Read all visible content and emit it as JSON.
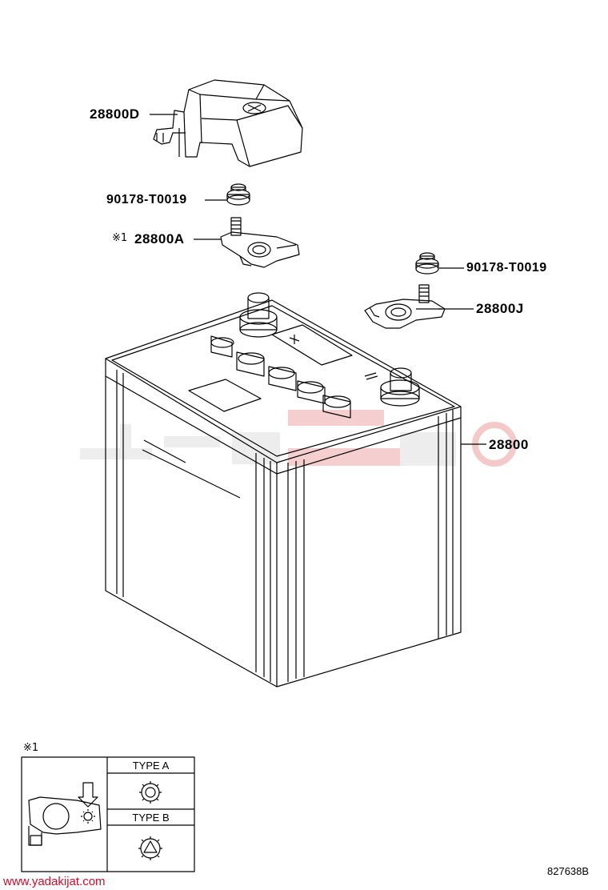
{
  "callouts": {
    "cover": "28800D",
    "bolt_upper": "90178-T0019",
    "negative_terminal_mark": "※1",
    "negative_terminal": "28800A",
    "bolt_right": "90178-T0019",
    "positive_terminal": "28800J",
    "battery": "28800"
  },
  "detail_box": {
    "mark": "※1",
    "type_a": "TYPE A",
    "type_b": "TYPE B"
  },
  "diagram_code": "827638B",
  "site_url": "www.yadakijat.com",
  "colors": {
    "line": "#000000",
    "watermark": "#e9e9e9",
    "watermark_accent": "#f3b8b8",
    "site": "#c8102e"
  }
}
